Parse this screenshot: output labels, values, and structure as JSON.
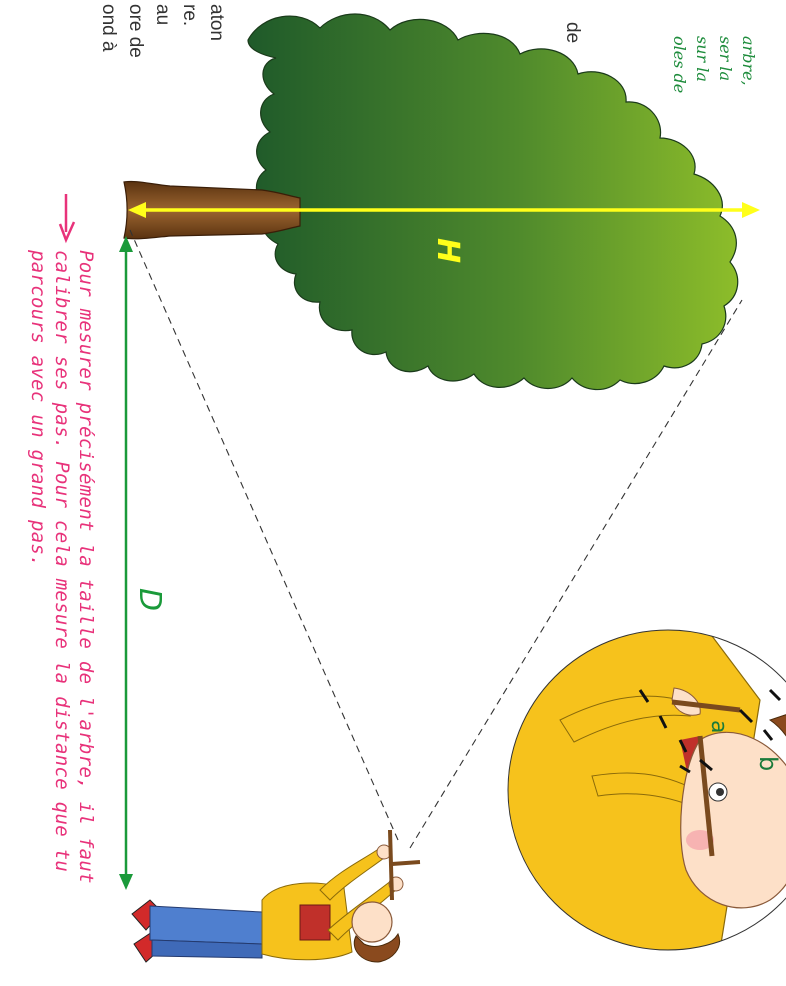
{
  "labels": {
    "height": "H",
    "distance": "D",
    "stick_a": "a",
    "stick_b": "b"
  },
  "instructions": {
    "intro_partial": [
      "aton",
      "re.",
      "au",
      "ore de",
      "ond à"
    ],
    "intro_partial_2": "de",
    "green_note": [
      "arbre,",
      "ser la",
      "sur la",
      "oles de"
    ]
  },
  "note_text": [
    "Pour mesurer précisément la taille de l'arbre, il faut",
    "calibrer ses pas. Pour cela mesure la distance que tu",
    "parcours avec un grand pas."
  ],
  "colors": {
    "height_arrow": "#ffff1a",
    "distance_arrow": "#1a9a3a",
    "note": "#e8327a",
    "green_note": "#1e8c3c",
    "trunk": "#7a4a1e",
    "foliage_light": "#8dbd2a",
    "foliage_dark": "#1f5a2a"
  },
  "icons": [
    "tree-illustration",
    "boy-with-stick-illustration",
    "zoom-inset",
    "pointer-arrow-icon"
  ]
}
